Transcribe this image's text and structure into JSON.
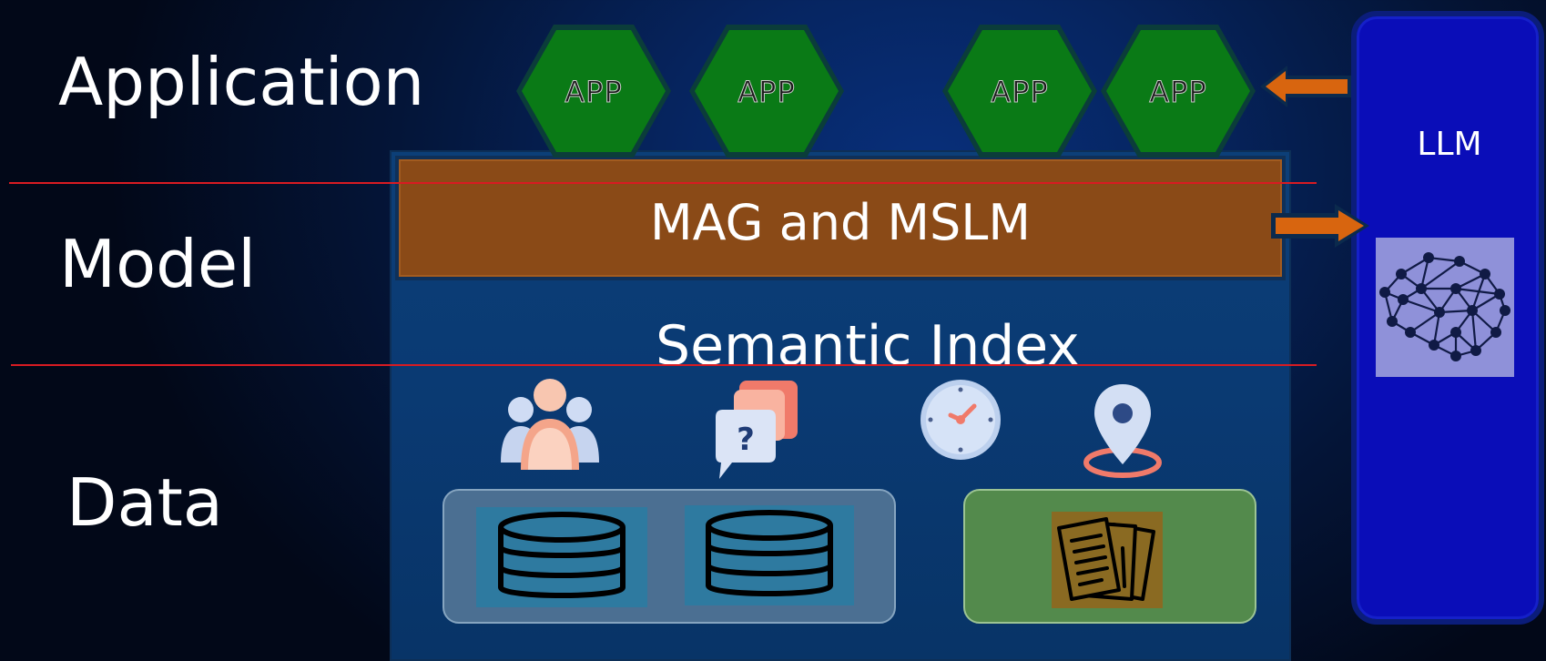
{
  "layers": {
    "application": "Application",
    "model": "Model",
    "data": "Data"
  },
  "apps": [
    "APP",
    "APP",
    "APP",
    "APP"
  ],
  "model_box": {
    "title": "MAG and MSLM"
  },
  "semantic_index": {
    "title": "Semantic Index"
  },
  "llm": {
    "label": "LLM"
  },
  "data_icons": [
    "people-icon",
    "chat-question-icon",
    "clock-icon",
    "location-pin-icon"
  ],
  "stores": [
    "database-icon",
    "database-icon",
    "documents-icon"
  ],
  "colors": {
    "app_hex": "#0a7a16",
    "model_box": "#8a4a17",
    "arrow": "#d8650f",
    "llm_panel": "#0a0db8",
    "divider": "#d81b22"
  }
}
